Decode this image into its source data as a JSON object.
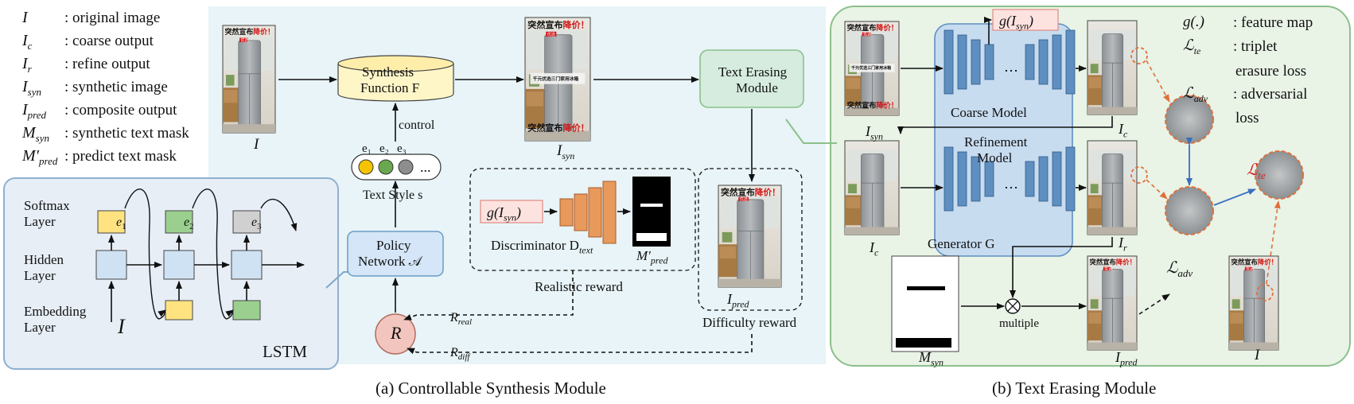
{
  "legend": [
    {
      "sym": "I",
      "sub": "",
      "desc": ": original image"
    },
    {
      "sym": "I",
      "sub": "c",
      "desc": ": coarse output"
    },
    {
      "sym": "I",
      "sub": "r",
      "desc": ": refine output"
    },
    {
      "sym": "I",
      "sub": "syn",
      "desc": ": synthetic image"
    },
    {
      "sym": "I",
      "sub": "pred",
      "desc": ": composite output"
    },
    {
      "sym": "M",
      "sub": "syn",
      "desc": ": synthetic text mask"
    },
    {
      "sym": "M′",
      "sub": "pred",
      "desc": ": predict text mask"
    }
  ],
  "lstm": {
    "layers": [
      "Softmax",
      "Layer",
      "Hidden",
      "Layer",
      "Embedding",
      "Layer"
    ],
    "outputs": [
      "e",
      "e",
      "e"
    ],
    "output_subs": [
      "1",
      "2",
      "3"
    ],
    "input": "I",
    "label": "LSTM"
  },
  "module_a": {
    "input_label": "I",
    "synthesis_function": [
      "Synthesis",
      "Function F"
    ],
    "control": "control",
    "style_tokens": [
      "e₁",
      "e₂",
      "e₃"
    ],
    "ellipsis": "...",
    "text_style": "Text Style s",
    "policy_network": [
      "Policy",
      "Network 𝒜"
    ],
    "reward_symbol": "R",
    "r_real": "R",
    "r_real_sub": "real",
    "r_diff": "R",
    "r_diff_sub": "diff",
    "isyn_label": "I",
    "isyn_sub": "syn",
    "text_erasing": [
      "Text Erasing",
      "Module"
    ],
    "g_isyn": "g(I",
    "g_isyn_sub": "syn",
    "g_isyn_close": ")",
    "discriminator": "Discriminator D",
    "discriminator_sub": "text",
    "mpred": "M′",
    "mpred_sub": "pred",
    "realistic_reward": "Realistic  reward",
    "ipred_label": "I",
    "ipred_sub": "pred",
    "difficulty_reward": "Difficulty  reward",
    "caption": "(a) Controllable Synthesis Module"
  },
  "module_b": {
    "g_isyn": "g(I",
    "g_isyn_sub": "syn",
    "g_isyn_close": ")",
    "coarse_model": "Coarse Model",
    "refinement_model": [
      "Refinement",
      "Model"
    ],
    "generator": "Generator G",
    "isyn": "I",
    "isyn_sub": "syn",
    "ic_top": "I",
    "ic_top_sub": "c",
    "ic_left": "I",
    "ic_left_sub": "c",
    "ir": "I",
    "ir_sub": "r",
    "msyn": "M",
    "msyn_sub": "syn",
    "multiple": "multiple",
    "ipred": "I",
    "ipred_sub": "pred",
    "i_orig": "I",
    "l_adv": "ℒ",
    "l_adv_sub": "adv",
    "l_te": "ℒ",
    "l_te_sub": "te",
    "legend": [
      {
        "sym": "g(.)",
        "sub": "",
        "desc": ": feature map"
      },
      {
        "sym": "ℒ",
        "sub": "te",
        "desc": ": triplet"
      },
      {
        "sym": "",
        "sub": "",
        "desc": "erasure loss"
      },
      {
        "sym": "ℒ",
        "sub": "adv",
        "desc": ": adversarial"
      },
      {
        "sym": "",
        "sub": "",
        "desc": "loss"
      }
    ],
    "caption": "(b) Text Erasing Module"
  },
  "poster": {
    "title_black": "突然宣布",
    "title_red": "降价！",
    "badge": "优选",
    "middle": "千元优选三门家用冰箱"
  },
  "colors": {
    "panel_a": "#e8f4f7",
    "panel_b": "#e9f3e6",
    "panel_b_border": "#8cc08c",
    "lstm_panel": "#e7eef6",
    "lstm_border": "#8fb0d0",
    "synthesis": "#fff6c8",
    "policy": "#d4e6f7",
    "text_erasing": "#d6ecdf",
    "reward": "#f2c6be",
    "orange": "#e0703a",
    "blue_layer": "#5f8fc0",
    "yellow": "#ffe380",
    "green": "#9bcf8f",
    "gray": "#d0d0d0"
  }
}
